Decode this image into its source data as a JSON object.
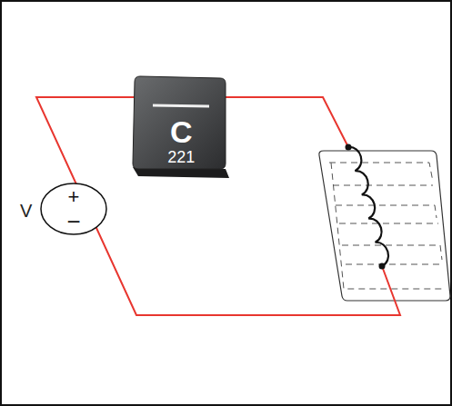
{
  "diagram": {
    "nodes": [
      {
        "text": [
          "+",
          "−"
        ]
      },
      {
        "text": [
          "C",
          "221"
        ]
      }
    ],
    "labels": [
      "V"
    ]
  }
}
